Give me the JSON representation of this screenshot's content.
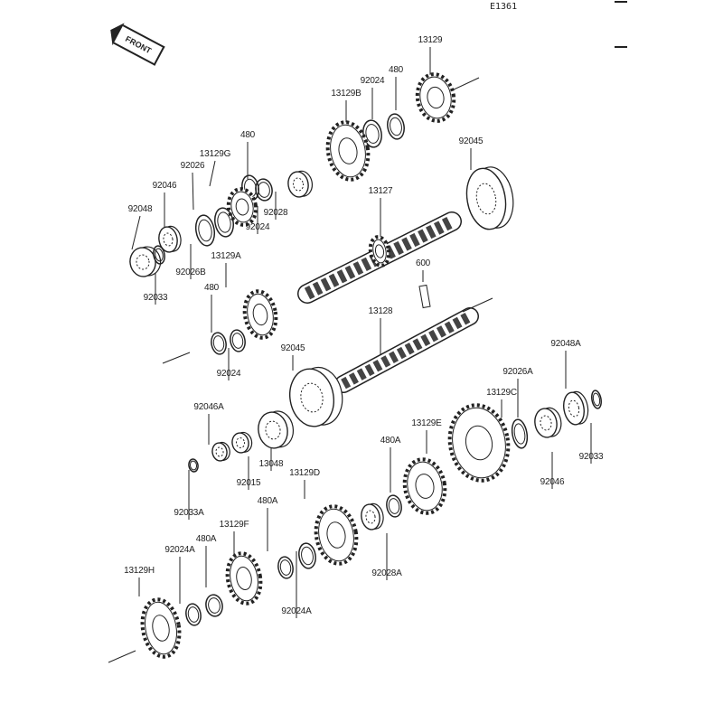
{
  "diagram_code": "E1361",
  "front_label": "FRONT",
  "parts": [
    {
      "label": "13129"
    },
    {
      "label": "480"
    },
    {
      "label": "92024"
    },
    {
      "label": "13129B"
    },
    {
      "label": "92045"
    },
    {
      "label": "480"
    },
    {
      "label": "13129G"
    },
    {
      "label": "92026"
    },
    {
      "label": "92046"
    },
    {
      "label": "92048"
    },
    {
      "label": "13127"
    },
    {
      "label": "92024"
    },
    {
      "label": "92028"
    },
    {
      "label": "92026B"
    },
    {
      "label": "92033"
    },
    {
      "label": "13129A"
    },
    {
      "label": "600"
    },
    {
      "label": "480"
    },
    {
      "label": "13128"
    },
    {
      "label": "92024"
    },
    {
      "label": "92045"
    },
    {
      "label": "92048A"
    },
    {
      "label": "92026A"
    },
    {
      "label": "13129C"
    },
    {
      "label": "13129E"
    },
    {
      "label": "480A"
    },
    {
      "label": "92046A"
    },
    {
      "label": "13048"
    },
    {
      "label": "92015"
    },
    {
      "label": "92033"
    },
    {
      "label": "92046"
    },
    {
      "label": "92033A"
    },
    {
      "label": "13129D"
    },
    {
      "label": "480A"
    },
    {
      "label": "92028A"
    },
    {
      "label": "13129F"
    },
    {
      "label": "480A"
    },
    {
      "label": "92024A"
    },
    {
      "label": "13129H"
    },
    {
      "label": "92024A"
    }
  ]
}
